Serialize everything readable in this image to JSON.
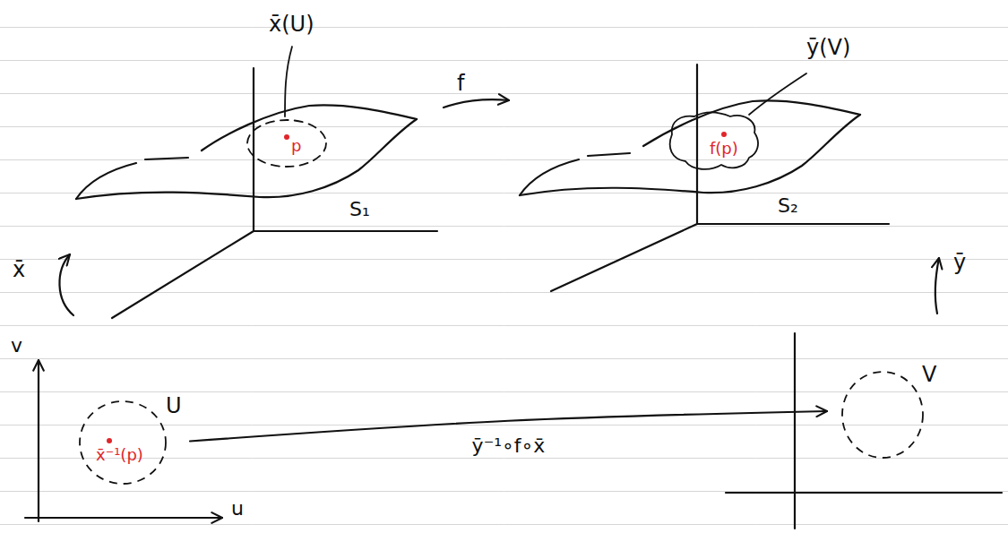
{
  "diagram": {
    "nodes": [
      {
        "text": [
          "U",
          "x̄⁻¹(p)"
        ]
      },
      {
        "text": [
          "V"
        ]
      }
    ],
    "edges": [
      {
        "from": 0,
        "to": 1,
        "arrow": "to",
        "label": "ȳ⁻¹∘f∘x̄"
      }
    ],
    "labels": [
      "x̄(U)",
      "f",
      "ȳ(V)",
      "p",
      "f(p)",
      "S₁",
      "S₂",
      "x̄",
      "ȳ",
      "v",
      "u"
    ]
  }
}
